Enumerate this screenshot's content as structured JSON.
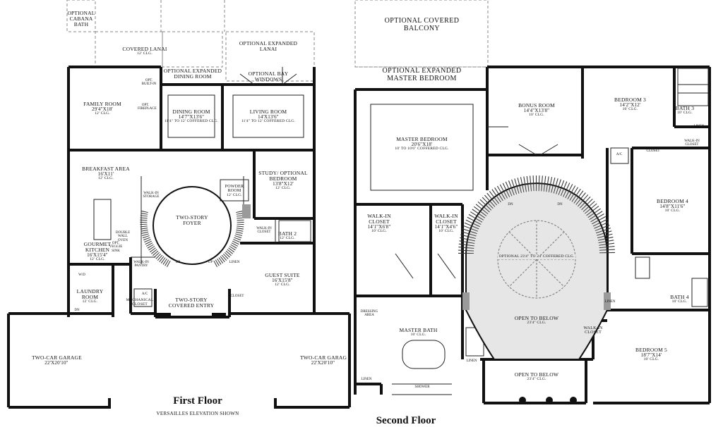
{
  "first_floor": {
    "title": "First Floor",
    "subtitle": "VERSAILLES ELEVATION SHOWN",
    "rooms": [
      {
        "key": "cabana",
        "name": "OPTIONAL CABANA BATH",
        "dims": "",
        "clg": ""
      },
      {
        "key": "covered_lanai",
        "name": "COVERED LANAI",
        "dims": "",
        "clg": "12' CLG."
      },
      {
        "key": "exp_lanai",
        "name": "OPTIONAL EXPANDED LANAI",
        "dims": "",
        "clg": ""
      },
      {
        "key": "exp_dining",
        "name": "OPTIONAL EXPANDED DINING ROOM",
        "dims": "",
        "clg": ""
      },
      {
        "key": "bay_windows",
        "name": "OPTIONAL BAY WINDOWS",
        "dims": "",
        "clg": ""
      },
      {
        "key": "family",
        "name": "FAMILY ROOM",
        "dims": "29'4\"X18'",
        "clg": "12' CLG."
      },
      {
        "key": "dining",
        "name": "DINING ROOM",
        "dims": "14'7\"X13'6\"",
        "clg": "11'4\" TO 12' COFFERED CLG."
      },
      {
        "key": "living",
        "name": "LIVING ROOM",
        "dims": "14'X13'6\"",
        "clg": "11'4\" TO 12' COFFERED CLG."
      },
      {
        "key": "breakfast",
        "name": "BREAKFAST AREA",
        "dims": "16'X11'",
        "clg": "12' CLG."
      },
      {
        "key": "study",
        "name": "STUDY/ OPTIONAL BEDROOM",
        "dims": "13'8\"X12'",
        "clg": "12' CLG."
      },
      {
        "key": "powder",
        "name": "POWDER ROOM",
        "dims": "",
        "clg": "12' CLG."
      },
      {
        "key": "foyer",
        "name": "TWO-STORY FOYER",
        "dims": "",
        "clg": ""
      },
      {
        "key": "kitchen",
        "name": "GOURMET KITCHEN",
        "dims": "16'X15'4\"",
        "clg": "12' CLG."
      },
      {
        "key": "bath2",
        "name": "BATH 2",
        "dims": "",
        "clg": "12' CLG."
      },
      {
        "key": "guest",
        "name": "GUEST SUITE",
        "dims": "16'X15'8\"",
        "clg": "12' CLG."
      },
      {
        "key": "laundry",
        "name": "LAUNDRY ROOM",
        "dims": "",
        "clg": "12' CLG."
      },
      {
        "key": "mech",
        "name": "MECHANICAL CLOSET",
        "dims": "",
        "clg": ""
      },
      {
        "key": "entry",
        "name": "TWO-STORY COVERED ENTRY",
        "dims": "",
        "clg": ""
      },
      {
        "key": "garage_l",
        "name": "TWO-CAR GARAGE",
        "dims": "22'X20'10\"",
        "clg": ""
      },
      {
        "key": "garage_r",
        "name": "TWO-CAR GARAG",
        "dims": "22'X20'10\"",
        "clg": ""
      }
    ],
    "small_labels": {
      "walkin_storage": "WALK-IN STORAGE",
      "walkin_pantry": "WALK-IN PANTRY",
      "walkin_closet": "WALK-IN CLOSET",
      "closet": "CLOSET",
      "linen": "LINEN",
      "ac": "A/C",
      "dn": "DN",
      "up": "UP",
      "up2": "UP",
      "fireplace": "OPT. FIREPLACE",
      "built_in": "OPT. BUILT-IN",
      "double_wall_oven": "DOUBLE WALL OVEN",
      "vegsink": "OPT. VEGGIE SINK",
      "wd": "W/D"
    }
  },
  "second_floor": {
    "title": "Second Floor",
    "rooms": [
      {
        "key": "balcony",
        "name": "OPTIONAL COVERED BALCONY",
        "dims": "",
        "clg": ""
      },
      {
        "key": "exp_master",
        "name": "OPTIONAL EXPANDED MASTER BEDROOM",
        "dims": "",
        "clg": ""
      },
      {
        "key": "master",
        "name": "MASTER BEDROOM",
        "dims": "20'6\"X18'",
        "clg": "10' TO 10'6\" COFFERED CLG."
      },
      {
        "key": "bonus",
        "name": "BONUS ROOM",
        "dims": "14'4\"X13'8\"",
        "clg": "10' CLG."
      },
      {
        "key": "bed3",
        "name": "BEDROOM 3",
        "dims": "14'2\"X12'",
        "clg": "10' CLG."
      },
      {
        "key": "bath3",
        "name": "BATH 3",
        "dims": "",
        "clg": "10' CLG."
      },
      {
        "key": "wic_l",
        "name": "WALK-IN CLOSET",
        "dims": "14'1\"X6'8\"",
        "clg": "10' CLG."
      },
      {
        "key": "wic_r",
        "name": "WALK-IN CLOSET",
        "dims": "14'1\"X4'6\"",
        "clg": "10' CLG."
      },
      {
        "key": "bed4",
        "name": "BEDROOM 4",
        "dims": "14'8\"X11'6\"",
        "clg": "10' CLG."
      },
      {
        "key": "coffered",
        "name": "OPTIONAL 23'4\" TO 24' COFFERED CLG.",
        "dims": "",
        "clg": ""
      },
      {
        "key": "bath4",
        "name": "BATH 4",
        "dims": "",
        "clg": "10' CLG."
      },
      {
        "key": "master_bath",
        "name": "MASTER BATH",
        "dims": "",
        "clg": "10' CLG."
      },
      {
        "key": "open1",
        "name": "OPEN TO BELOW",
        "dims": "",
        "clg": "23'4\" CLG."
      },
      {
        "key": "open2",
        "name": "OPEN TO BELOW",
        "dims": "",
        "clg": "23'4\" CLG."
      },
      {
        "key": "wic_b5",
        "name": "WALK-IN CLOSET",
        "dims": "",
        "clg": ""
      },
      {
        "key": "bed5",
        "name": "BEDROOM 5",
        "dims": "18'7\"X14'",
        "clg": "10' CLG."
      }
    ],
    "small_labels": {
      "dressing": "DRESSING AREA",
      "shower": "SHOWER",
      "linen_mb": "LINEN",
      "linen_b": "LINEN",
      "linen_b3": "LINEN",
      "linen_h": "LINEN",
      "closet": "CLOSET",
      "walkin_b3": "WALK-IN CLOSET",
      "ac": "A/C",
      "dn1": "DN",
      "dn2": "DN"
    }
  },
  "colors": {
    "wall": "#111111",
    "line": "#222222",
    "dashed": "#888888",
    "stair_fill": "#e6e6e6",
    "hatch": "#9a9a9a"
  }
}
